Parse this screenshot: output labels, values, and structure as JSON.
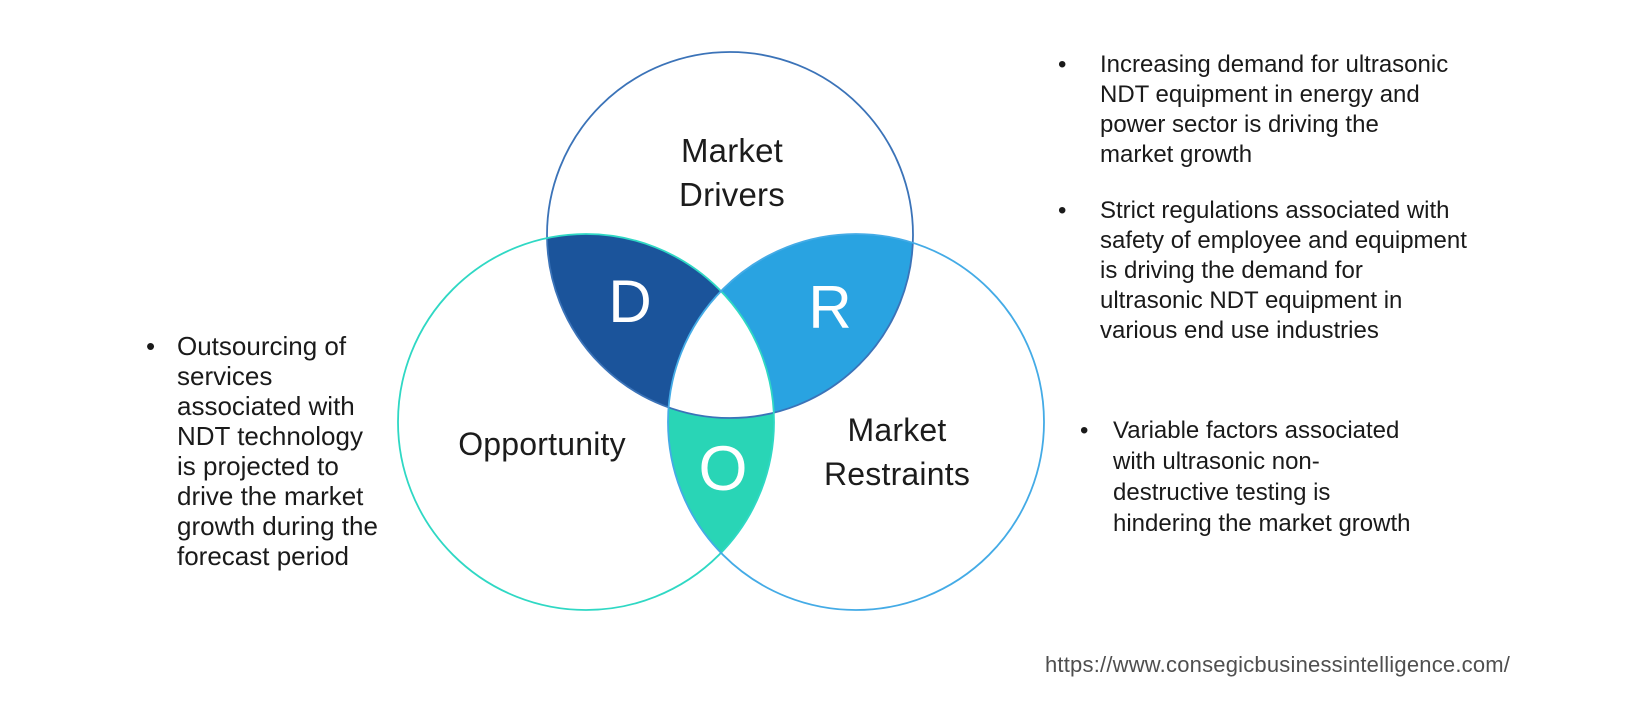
{
  "venn": {
    "drivers_label": "Market\nDrivers",
    "opportunity_label": "Opportunity",
    "restraints_label": "Market\nRestraints",
    "drivers_letter": "D",
    "restraints_letter": "R",
    "opportunity_letter": "O"
  },
  "colors": {
    "background": "#ffffff",
    "drivers_region_fill": "#1B549B",
    "restraints_region_fill": "#29A3E1",
    "opportunity_region_fill": "#29D5B6",
    "drivers_circle_stroke": "#3B73B8",
    "opportunity_circle_stroke": "#2FD8C4",
    "restraints_circle_stroke": "#44ABE6",
    "letter_color": "#FFFFFF",
    "text_color": "#1A1A1A",
    "url_color": "#4F4F4F"
  },
  "bullet_char": "•",
  "left_notes": [
    {
      "text": "Outsourcing of\nservices\nassociated with\nNDT technology\nis projected to\ndrive the market\ngrowth during the\nforecast period"
    }
  ],
  "right_notes": [
    {
      "text": "Increasing demand for ultrasonic\nNDT equipment in energy and\npower sector is driving the\nmarket growth"
    },
    {
      "text": "Strict regulations associated with\nsafety of employee and equipment\nis driving the demand for\nultrasonic NDT equipment in\nvarious end use industries"
    },
    {
      "text": "Variable factors associated\nwith ultrasonic non-\ndestructive testing is\nhindering the market growth"
    }
  ],
  "footer": {
    "source_url": "https://www.consegicbusinessintelligence.com/"
  }
}
